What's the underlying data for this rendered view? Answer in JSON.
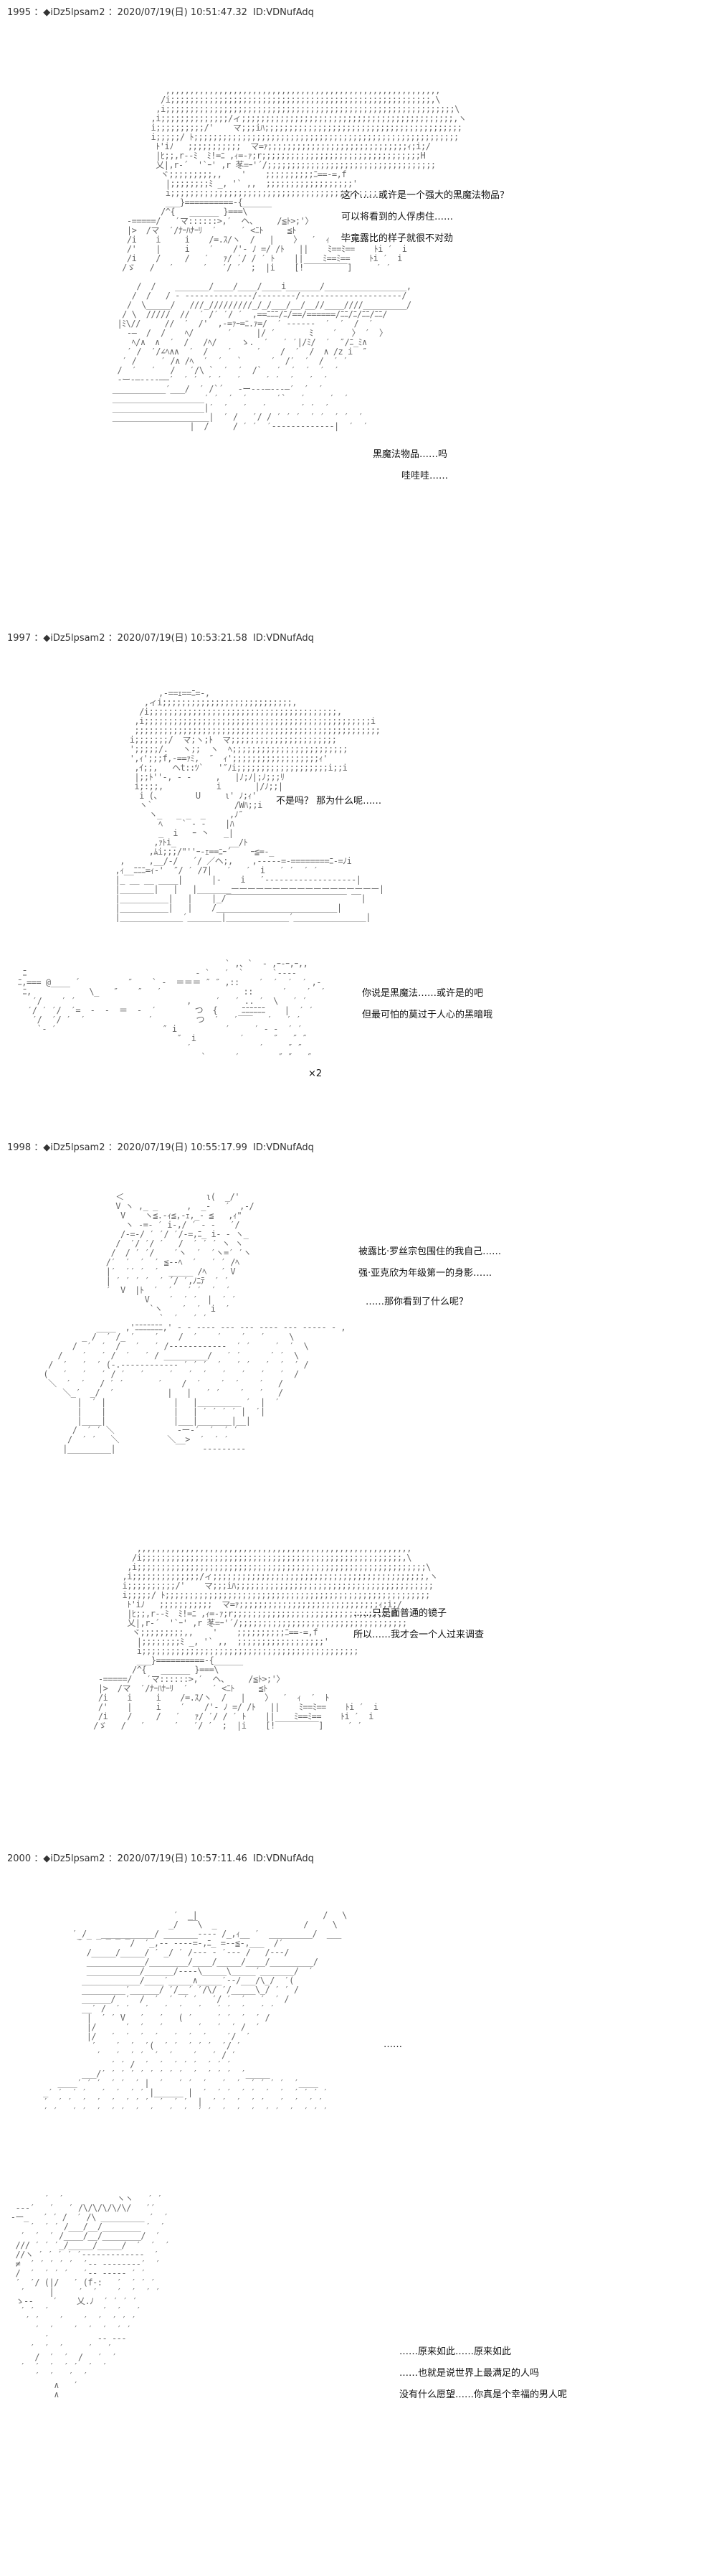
{
  "posts": [
    {
      "number": "1995",
      "name": "◆iDz5lpsam2",
      "datetime": "2020/07/19(日) 10:51:47.32",
      "id": "ID:VDNufAdq",
      "lines": [
        "这个……或许是一个强大的黑魔法物品？",
        "可以将看到的人俘虏住……",
        "毕竟露比的样子就很不对劲",
        "黑魔法物品……吗",
        "哇哇哇……"
      ]
    },
    {
      "number": "1997",
      "name": "◆iDz5lpsam2",
      "datetime": "2020/07/19(日) 10:53:21.58",
      "id": "ID:VDNufAdq",
      "lines": [
        "不是吗？  那为什么呢……",
        "你说是黑魔法……或许是的吧",
        "但最可怕的莫过于人心的黑暗哦"
      ],
      "fx": "×2"
    },
    {
      "number": "1998",
      "name": "◆iDz5lpsam2",
      "datetime": "2020/07/19(日) 10:55:17.99",
      "id": "ID:VDNufAdq",
      "lines": [
        "被露比·罗丝宗包围住的我自己……",
        "强·亚克欣为年级第一的身影……",
        "……那你看到了什么呢？",
        "……只是面普通的镜子",
        "所以……我才会一个人过来调查"
      ]
    },
    {
      "number": "2000",
      "name": "◆iDz5lpsam2",
      "datetime": "2020/07/19(日) 10:57:11.46",
      "id": "ID:VDNufAdq",
      "lines": [
        "……",
        "……原来如此……原来如此",
        "……也就是说世界上最满足的人吗",
        "没有什么愿望……你真是个幸福的男人呢"
      ]
    }
  ]
}
